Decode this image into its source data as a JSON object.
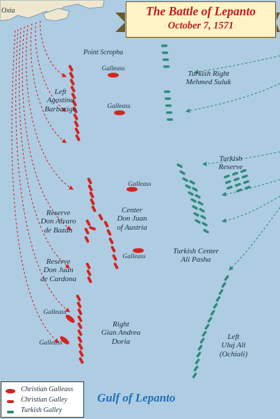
{
  "title": {
    "line1": "The Battle of Lepanto",
    "line2": "October 7, 1571"
  },
  "colors": {
    "sea": "#aecde3",
    "land": "#efe8cf",
    "christian": "#d6231f",
    "turkish": "#2f8a7a",
    "title_text": "#c41a1a",
    "gulf_text": "#1f6fb5"
  },
  "places": {
    "oxia": "Oxia",
    "point_scropha": "Point Scropha",
    "gulf": "Gulf of Lepanto"
  },
  "labels": {
    "left_wing": "Left\nAgostino\nBarbarigo",
    "galleass": "Galleass",
    "turkish_right": "Turkish Right\nMehmed Suluk",
    "turkish_reserve": "Turkish\nReserve",
    "center": "Center\nDon Juan\nof Austria",
    "reserve_bazan": "Reserve\nDon Alvaro\nde Bazán",
    "reserve_cardona": "Reserve\nDon Juan\nde Cardona",
    "turkish_center": "Turkish Center\nAli Pasha",
    "right_wing": "Right\nGian Andrea\nDoria",
    "turkish_left": "Left\nUluj Ali\n(Ochiali)"
  },
  "legend": {
    "items": [
      {
        "label": "Christian Galleass",
        "symbol": "christian-galleass-symbol"
      },
      {
        "label": "Christian Galley",
        "symbol": "christian-galley-symbol"
      },
      {
        "label": "Turkish Galley",
        "symbol": "turkish-galley-symbol"
      }
    ]
  }
}
